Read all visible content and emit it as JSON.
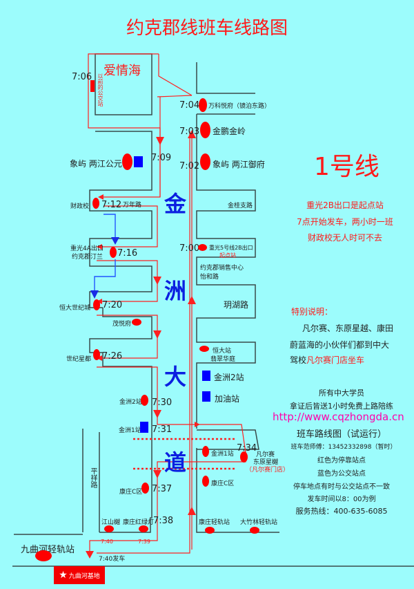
{
  "title": "约克郡线班车线路图",
  "line_name": "1号线",
  "road_label": [
    "金",
    "洲",
    "大",
    "道"
  ],
  "notes": {
    "start": "重光2B出口是起点站",
    "schedule": "7点开始发车，两小时一班",
    "skip": "财政校无人时可不去"
  },
  "special": {
    "heading": "特别说明：",
    "line1": "凡尔赛、东原星越、康田",
    "line2": "蔚蓝海的小伙伴们都到中大",
    "line3_prefix": "驾校",
    "line3_red": "凡尔赛门店坐车"
  },
  "promo": {
    "line1": "所有中大学员",
    "line2": "拿证后皆送1小时免费上路陪练",
    "url": "http://www.cqzhongda.cn",
    "map_title": "班车路线图（试运行）",
    "driver": "班车范师傅：13452332898（暂时）"
  },
  "legend": {
    "red": "红色为停靠站点",
    "blue": "蓝色为公交站点",
    "note": "停车地点有时与公交站点不一致",
    "example": "发车时间以8：00为例",
    "hotline": "服务热线：400-635-6085"
  },
  "stops": {
    "aiqinghai": "爱情海",
    "old_bus_stop": "以前的公交站",
    "t706": "7:06",
    "wanke": "万科悦府（镜泊东路）",
    "t704": "7:04",
    "jinpeng": "金鹏金岭",
    "t703": "7:03",
    "xiangyu_yufu": "象屿 两江御府",
    "t702": "7:02",
    "xiangyu_gongyuan": "象屿 两江公元",
    "t709": "7:09",
    "caizhengxiao": "财政校",
    "t712": "7:12",
    "wannian": "万年路",
    "jingui": "金桂支路",
    "cq4a_1": "重光4A出口",
    "cq4a_2": "约克郡汀兰",
    "t716": "7:16",
    "cq5": "重光5号线2B出口",
    "start_stop": "起点站",
    "t700": "7:00",
    "yorkshire_sales": "约克郡销售中心",
    "yihe": "怡和路",
    "yuehu": "玥湖路",
    "hengda_city": "恒大世纪城",
    "t720": "7:20",
    "maoyue": "茂悦府",
    "hengda_station": "恒大站",
    "feicui": "翡翠华庭",
    "shijixingdu": "世纪星都",
    "t726": "7:26",
    "jinzhou2": "金洲2站",
    "jiayou": "加油站",
    "jinzhou2_left": "金洲2站",
    "t730": "7:30",
    "jinzhou1_left": "金洲1站",
    "t731": "7:31",
    "jinzhou1": "金洲1站",
    "t734": "7:34",
    "versailles": "凡尔赛",
    "dongyuan": "东原星樾",
    "versailles_store": "（凡尔赛门店）",
    "pingxiang": "平祥路",
    "kangzhuang_c_left": "康庄C区",
    "t737": "7:37",
    "kangzhuang_c": "康庄C区",
    "jiangshan": "江山樾",
    "kangzhuang_light": "康庄红绿灯",
    "t738": "7:38",
    "kangzhuang_rail": "康庄轻轨站",
    "dazhulin_rail": "大竹林轻轨站",
    "jiuquhe_rail": "九曲河轻轨站",
    "t740": "7:40",
    "t739": "7:39",
    "depart": "7:40发车",
    "base": "九曲河基地"
  },
  "colors": {
    "background": "#9cfcfc",
    "route": "#ff1a1a",
    "bus_stop": "#0000ff",
    "road_text": "#0b1fe0",
    "block": "#333333"
  }
}
